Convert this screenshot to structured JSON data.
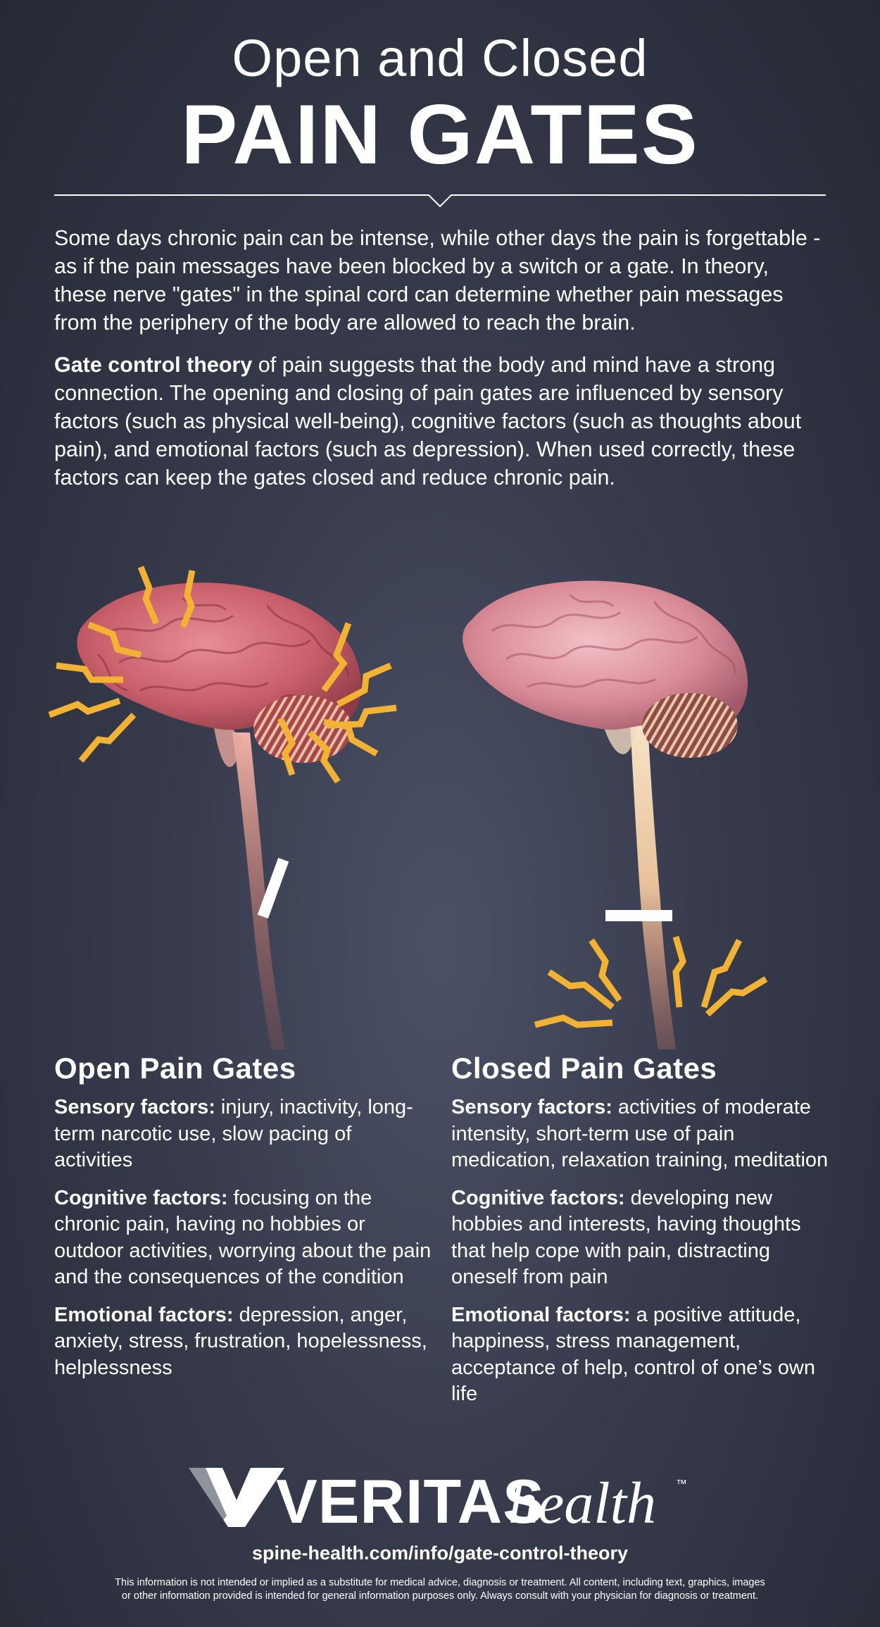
{
  "header": {
    "title_line1": "Open and Closed",
    "title_line2": "PAIN GATES"
  },
  "intro": {
    "paragraph1": "Some days chronic pain can be intense, while other days the pain is forgettable - as if the pain messages have been blocked by a switch or a gate. In theory, these nerve \"gates\" in the spinal cord can determine whether pain messages from the periphery of the body are allowed to reach the brain.",
    "paragraph2_bold": "Gate control theory",
    "paragraph2_rest": " of pain suggests that the body and mind have a strong connection. The opening and closing of pain gates are influenced by sensory factors (such as physical well-being), cognitive factors (such as thoughts about pain), and emotional factors (such as depression). When used correctly, these factors can keep the gates closed and reduce chronic pain."
  },
  "open_gates": {
    "heading": "Open Pain Gates",
    "sensory_label": "Sensory factors:",
    "sensory_text": " injury, inactivity, long-term narcotic use, slow pacing of activities",
    "cognitive_label": "Cognitive factors:",
    "cognitive_text": " focusing on the chronic pain, having no hobbies or outdoor activities, worrying about the pain and the consequences of the condition",
    "emotional_label": "Emotional factors:",
    "emotional_text": " depression, anger, anxiety, stress, frustration, hopelessness, helplessness"
  },
  "closed_gates": {
    "heading": "Closed Pain Gates",
    "sensory_label": "Sensory factors:",
    "sensory_text": " activities of moderate intensity, short-term use of pain medication, relaxation training, meditation",
    "cognitive_label": "Cognitive factors:",
    "cognitive_text": " developing new hobbies and interests, having thoughts that help cope with pain, distracting oneself from pain",
    "emotional_label": "Emotional factors:",
    "emotional_text": " a positive attitude, happiness, stress management, acceptance of help, control of one’s own life"
  },
  "logo": {
    "brand_bold": "VERITAS",
    "brand_italic": "health",
    "trademark": "™"
  },
  "footer": {
    "url": "spine-health.com/info/gate-control-theory",
    "disclaimer_line1": "This information is not intended or implied as a substitute for medical advice, diagnosis or treatment. All content, including text, graphics, images",
    "disclaimer_line2": "or other information provided is intended for general information purposes only. Always consult with your physician for diagnosis or treatment."
  },
  "colors": {
    "background": "#363a4b",
    "text": "#ffffff",
    "bolt": "#f2b233",
    "brain": "#d97880",
    "gate_bar": "#ffffff"
  },
  "icons": [
    "brain-open-gate-illustration",
    "brain-closed-gate-illustration",
    "lightning-bolt-icon",
    "gate-bar-icon",
    "veritas-logo"
  ]
}
